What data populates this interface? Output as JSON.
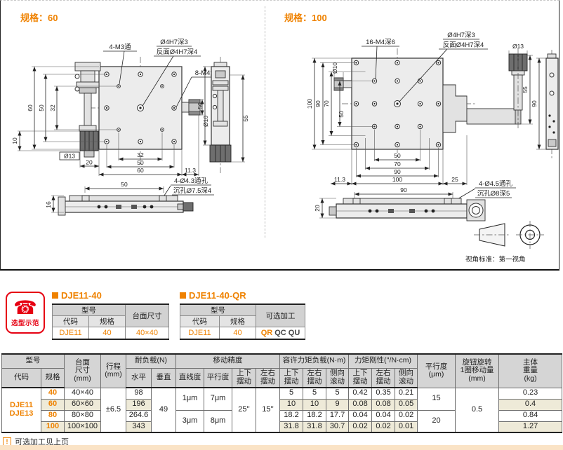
{
  "page": {
    "view_standard": "视角标准：第一视角",
    "note_icon": "!",
    "note_text": "可选加工见上页"
  },
  "colors": {
    "accent_orange": "#ef8200",
    "badge_red": "#e60012",
    "row_beige": "#eeead8",
    "header_gray": "#d5d5d5",
    "footer_strip": "#fae3c6"
  },
  "drawings": {
    "panel60": {
      "title": "规格：60",
      "label_m3": "4-M3通",
      "label_center1": "Ø4H7深3",
      "label_center2": "反面Ø4H7深4",
      "label_m4": "8-M4深6",
      "dim_60": "60",
      "dim_50": "50",
      "dim_32": "32",
      "dim_b32": "32",
      "dim_b50": "50",
      "dim_b60": "60",
      "dim_b113": "11.3",
      "dim_10": "10",
      "dim_20": "20",
      "dim_d13": "Ø13",
      "dim_d10": "Ø10",
      "side_dim_50": "50",
      "side_dim_55": "55",
      "front_dim_50": "50",
      "front_dim_16": "16",
      "front_label1": "4-Ø4.3通孔",
      "front_label2": "沉孔Ø7.5深4"
    },
    "panel100": {
      "title": "规格：100",
      "label_m4": "16-M4深6",
      "label_center1": "Ø4H7深3",
      "label_center2": "反面Ø4H7深4",
      "dim_d13": "Ø13",
      "dim_d10": "Ø10",
      "dim_55": "55",
      "dim_100": "100",
      "dim_90": "90",
      "dim_70": "70",
      "dim_50": "50",
      "dim_b50": "50",
      "dim_b70": "70",
      "dim_b90": "90",
      "dim_b100": "100",
      "dim_b113": "11.3",
      "dim_b25": "25",
      "side_dim_90": "90",
      "front_dim_90": "90",
      "front_dim_20": "20",
      "front_label1": "4-Ø4.5通孔",
      "front_label2": "沉孔Ø8深5"
    }
  },
  "badge": {
    "label": "选型示范",
    "icon": "telephone-icon"
  },
  "mini1": {
    "title": "DJE11-40",
    "h_model": "型号",
    "h_code": "代码",
    "h_spec": "规格",
    "h_extra": "台面尺寸",
    "code": "DJE11",
    "spec": "40",
    "extra": "40×40"
  },
  "mini2": {
    "title": "DJE11-40-QR",
    "h_model": "型号",
    "h_code": "代码",
    "h_spec": "规格",
    "h_extra": "可选加工",
    "code": "DJE11",
    "spec": "40",
    "extra_hl": "QR",
    "extra_rest": "QC QU"
  },
  "spec_table": {
    "h": {
      "model": "型号",
      "code": "代码",
      "spec": "规格",
      "surface": "台面\n尺寸\n(mm)",
      "travel": "行程\n(mm)",
      "load": "耐负载(N)",
      "horiz": "水平",
      "vert": "垂直",
      "accuracy": "移动精度",
      "straight": "直线度",
      "parallel": "平行度",
      "pitch": "上下\n摆动",
      "yaw": "左右\n摆动",
      "moment": "容许力矩负载(N·m)",
      "m_pitch": "上下\n摆动",
      "m_yaw": "左右\n摆动",
      "m_roll": "侧向\n滚动",
      "rigidity": "力矩刚性(''/N·cm)",
      "r_pitch": "上下\n摆动",
      "r_yaw": "左右\n摆动",
      "r_roll": "侧向\n滚动",
      "parallel_um": "平行度\n(μm)",
      "knob": "旋钮旋转\n1圈移动量\n(mm)",
      "weight": "主体\n重量\n(kg)"
    },
    "merged": {
      "code": "DJE11\nDJE13",
      "travel": "±6.5",
      "vert": "49",
      "straight_a": "1μm",
      "straight_b": "3μm",
      "parallel_a": "7μm",
      "parallel_b": "8μm",
      "pitch": "25''",
      "yaw": "15''",
      "parallel_um_a": "15",
      "parallel_um_b": "20",
      "knob": "0.5"
    },
    "rows": [
      {
        "spec": "40",
        "surface": "40×40",
        "horiz": "98",
        "m_pitch": "5",
        "m_yaw": "5",
        "m_roll": "5",
        "r_pitch": "0.42",
        "r_yaw": "0.35",
        "r_roll": "0.21",
        "weight": "0.23"
      },
      {
        "spec": "60",
        "surface": "60×60",
        "horiz": "196",
        "m_pitch": "10",
        "m_yaw": "10",
        "m_roll": "9",
        "r_pitch": "0.08",
        "r_yaw": "0.08",
        "r_roll": "0.05",
        "weight": "0.4"
      },
      {
        "spec": "80",
        "surface": "80×80",
        "horiz": "264.6",
        "m_pitch": "18.2",
        "m_yaw": "18.2",
        "m_roll": "17.7",
        "r_pitch": "0.04",
        "r_yaw": "0.04",
        "r_roll": "0.02",
        "weight": "0.84"
      },
      {
        "spec": "100",
        "surface": "100×100",
        "horiz": "343",
        "m_pitch": "31.8",
        "m_yaw": "31.8",
        "m_roll": "30.7",
        "r_pitch": "0.02",
        "r_yaw": "0.02",
        "r_roll": "0.01",
        "weight": "1.27"
      }
    ]
  }
}
